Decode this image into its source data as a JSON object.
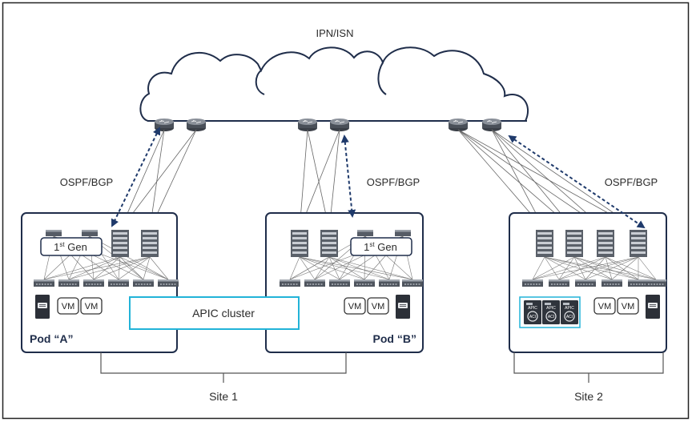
{
  "labels": {
    "cloud": "IPN/ISN",
    "ospf_left": "OSPF/BGP",
    "ospf_mid": "OSPF/BGP",
    "ospf_right": "OSPF/BGP",
    "pod_a": "Pod “A”",
    "pod_b": "Pod “B”",
    "apic_cluster": "APIC cluster",
    "site1": "Site 1",
    "site2": "Site 2",
    "gen_num": "1",
    "gen_sup": "st",
    "gen_word": " Gen",
    "vm": "VM",
    "apic": "APIC",
    "acl": "ACI"
  },
  "colors": {
    "navy": "#1f2d4a",
    "apic_border": "#22b3d8",
    "arrow": "#1f3a6b",
    "line": "#555555"
  }
}
